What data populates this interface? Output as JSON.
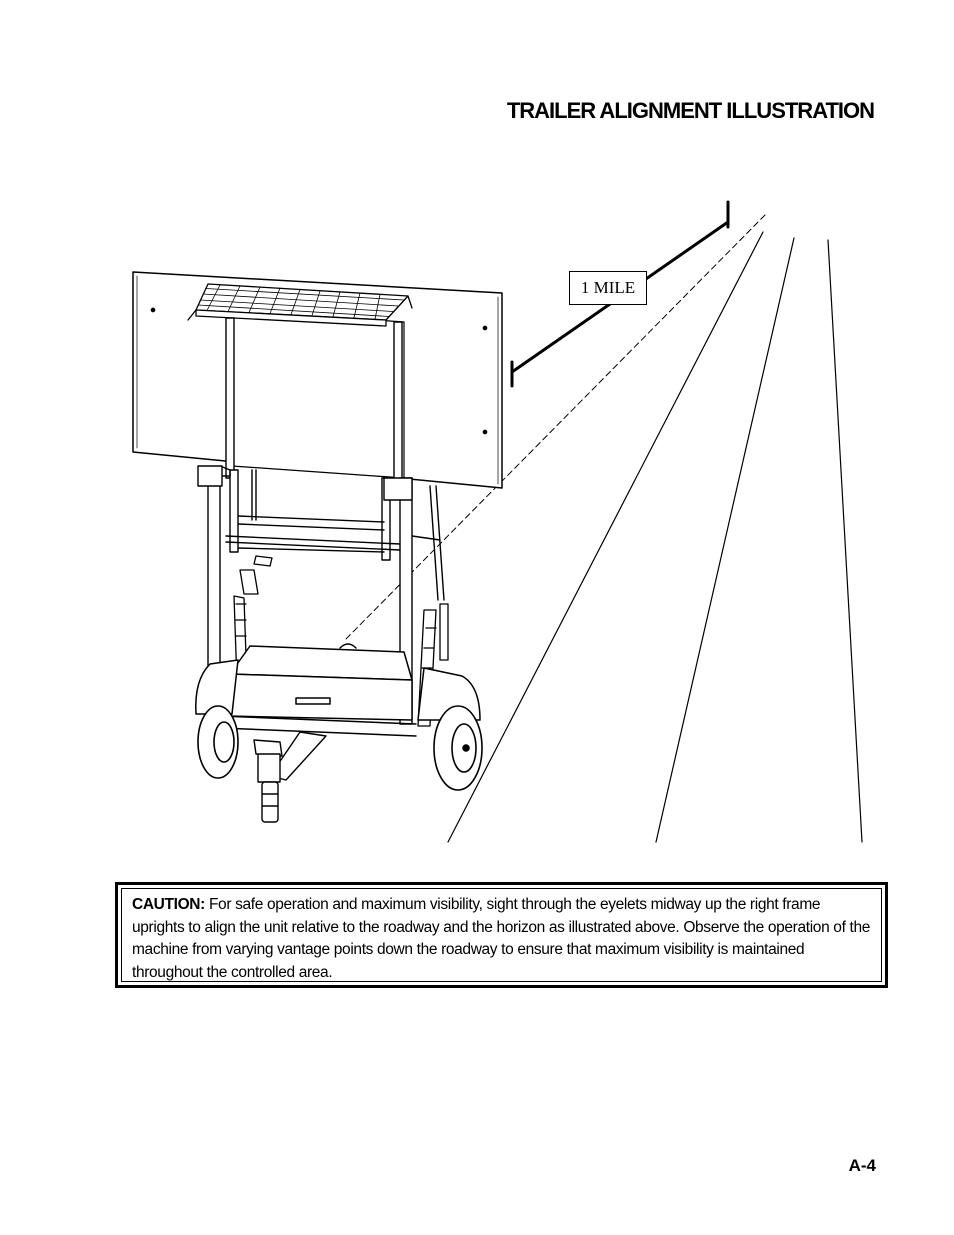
{
  "document": {
    "title": "TRAILER ALIGNMENT ILLUSTRATION",
    "illustration": {
      "distance_label": "1 MILE"
    },
    "caution": {
      "label": "CAUTION:",
      "text": "For safe operation and maximum visibility, sight through the eyelets midway up the right frame uprights to align the unit relative to the roadway and the horizon as illustrated above. Observe the operation of the machine from varying vantage points down the roadway to ensure that maximum visibility is maintained throughout the controlled area."
    },
    "page_number": "A-4"
  }
}
